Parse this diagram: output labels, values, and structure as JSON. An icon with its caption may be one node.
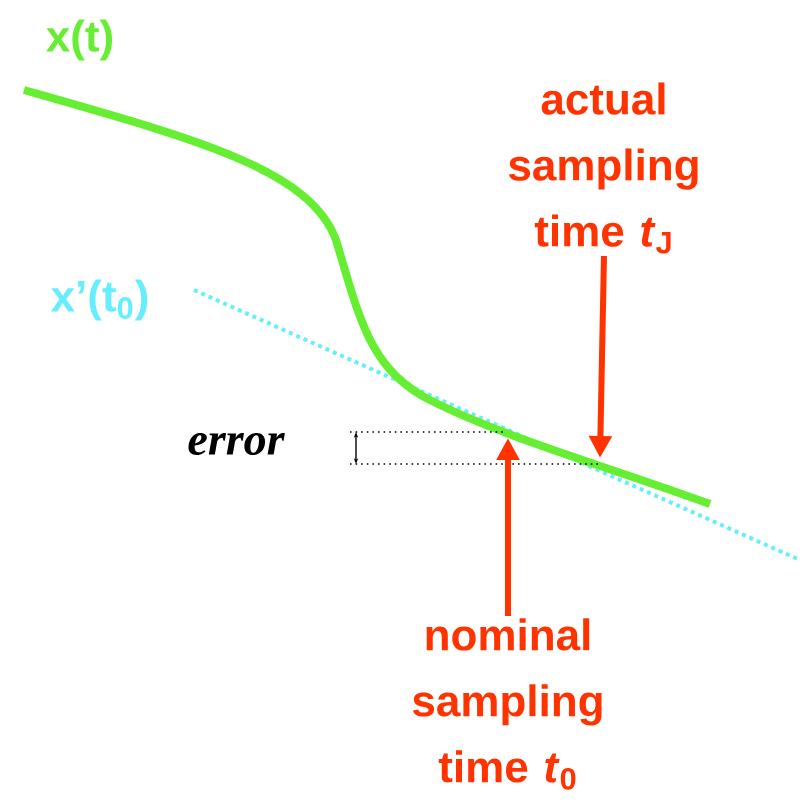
{
  "diagram": {
    "nodes": [
      {
        "text": [
          "actual sampling time *t*$_{J}$"
        ]
      },
      {
        "text": [
          "nominal sampling time *t*$_{0}$"
        ]
      }
    ],
    "edges": [
      {
        "from": 0,
        "to": null,
        "arrow": "to"
      },
      {
        "from": 1,
        "to": null,
        "arrow": "to"
      }
    ],
    "labels": [
      "x(t)",
      "x’(t$_{0}$)",
      "error"
    ]
  }
}
